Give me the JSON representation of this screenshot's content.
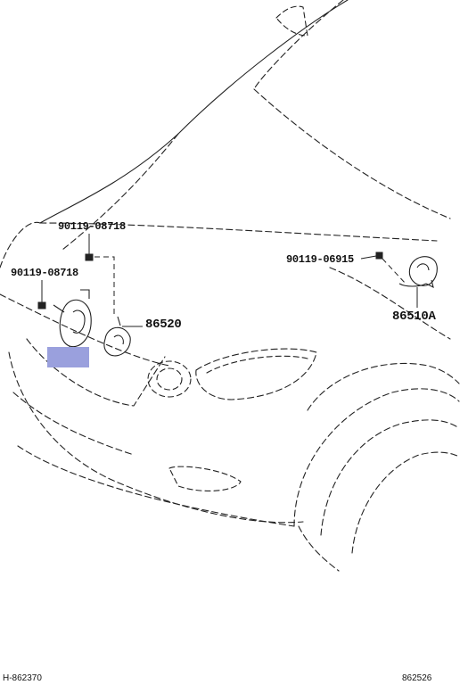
{
  "labels": {
    "bolt_upper": "90119-08718",
    "bolt_left": "90119-08718",
    "bolt_right": "90119-06915",
    "horn_low": "86520",
    "horn_high": "86510A"
  },
  "footer": {
    "left_code": "H-862370",
    "right_code": "862526"
  },
  "colors": {
    "line": "#222222",
    "highlight": "#9aa0dd"
  }
}
